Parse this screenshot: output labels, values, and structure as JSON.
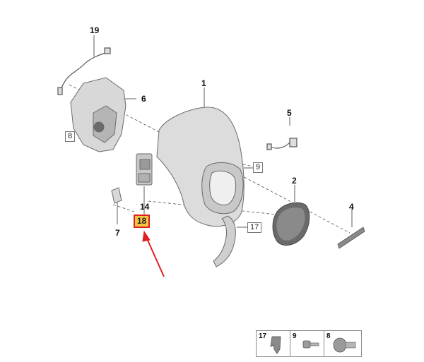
{
  "callouts": {
    "c19": "19",
    "c1": "1",
    "c6": "6",
    "c5": "5",
    "c8": "8",
    "c9": "9",
    "c2": "2",
    "c4": "4",
    "c14": "14",
    "c18": "18",
    "c7": "7",
    "c17": "17"
  },
  "legend": {
    "items": [
      {
        "number": "17",
        "icon": "clip-icon"
      },
      {
        "number": "9",
        "icon": "screw-icon"
      },
      {
        "number": "8",
        "icon": "bolt-icon"
      }
    ]
  },
  "colors": {
    "highlight_fill": "#f5c543",
    "highlight_border": "#e02020",
    "arrow": "#e02020",
    "part_fill": "#d8d8d8",
    "part_stroke": "#6a6a6a"
  }
}
